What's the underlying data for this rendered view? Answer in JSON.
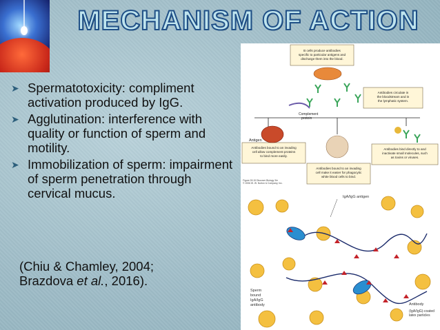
{
  "slide": {
    "title": "MECHANISM OF ACTION",
    "bullets": [
      "Spermatotoxicity: compliment activation produced by IgG.",
      "Agglutination: interference with quality or function of sperm and motility.",
      "Immobilization of sperm: impairment of sperm penetration through cervical mucus."
    ],
    "citation_line1": "(Chiu & Chamley, 2004;",
    "citation_line2_a": "Brazdova ",
    "citation_line2_em": "et al.",
    "citation_line2_b": ", 2016)."
  },
  "figure_top": {
    "box_bcells": "B cells produce antibodies specific to particular antigens and discharge them into the blood.",
    "box_circulate": "Antibodies circulate in the bloodstream and in the lymphatic system.",
    "label_complement": "Complement protein",
    "label_antigen": "Antigen",
    "box_bound_cell": "Antibodies bound to an invading cell allow complement proteins to bind more easily.",
    "box_phagocytic": "Antibodies bound to an invading cell make it easier for phagocytic white blood cells to bind.",
    "box_direct": "Antibodies bind directly to and inactivate small molecules, such as toxins or viruses.",
    "credit": "Figure 28.15 Discover Biology 3/e © 2006 W. W. Norton & Company, Inc."
  },
  "figure_bottom": {
    "label_antigen": "IgA/IgG antigen",
    "label_sperm": "Sperm bound IgA/IgG antibody",
    "label_antibody": "Antibody",
    "label_coated": "(IgA/IgG)-coated latex particles"
  },
  "colors": {
    "title_fill": "#bfe4ee",
    "title_stroke": "#1f4f86",
    "bullet_marker": "#2d5f7c"
  }
}
